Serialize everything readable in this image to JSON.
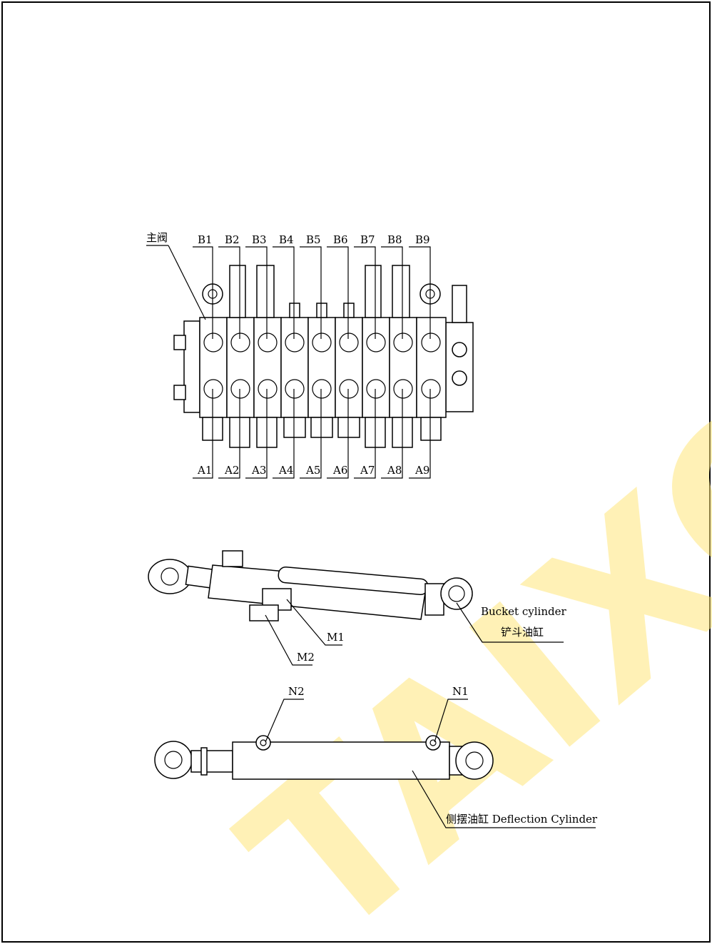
{
  "watermark": "TAIXON",
  "valve": {
    "main_label": "主阀",
    "b_ports": [
      "B1",
      "B2",
      "B3",
      "B4",
      "B5",
      "B6",
      "B7",
      "B8",
      "B9"
    ],
    "a_ports": [
      "A1",
      "A2",
      "A3",
      "A4",
      "A5",
      "A6",
      "A7",
      "A8",
      "A9"
    ]
  },
  "bucket_cylinder": {
    "label_en": "Bucket cylinder",
    "label_zh": "铲斗油缸",
    "port_m1": "M1",
    "port_m2": "M2"
  },
  "deflection_cylinder": {
    "label": "侧摆油缸 Deflection Cylinder",
    "port_n1": "N1",
    "port_n2": "N2"
  },
  "colors": {
    "watermark": "#ffe57a",
    "line": "#000000"
  }
}
